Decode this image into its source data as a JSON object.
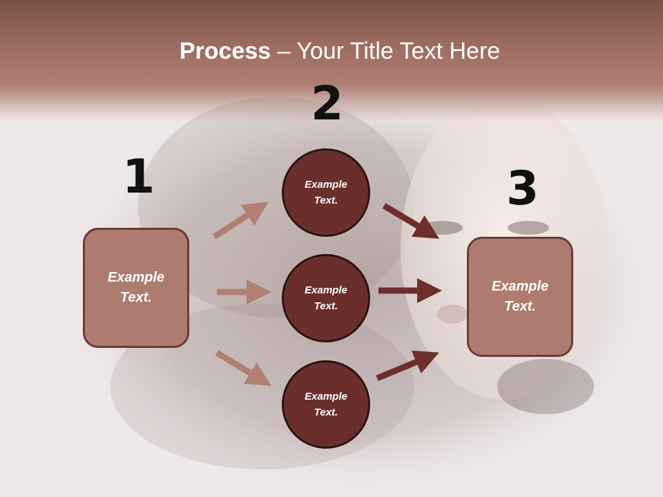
{
  "title": {
    "bold": "Process",
    "rest": " – Your Title Text Here"
  },
  "steps": [
    {
      "number": "1",
      "label": "Example\nText."
    },
    {
      "number": "2",
      "label": "Example\nText."
    },
    {
      "number": "3",
      "label": "Example\nText."
    }
  ],
  "circles": [
    {
      "label": "Example\nText."
    },
    {
      "label": "Example\nText."
    },
    {
      "label": "Example\nText."
    }
  ],
  "colors": {
    "header": "#9c6b60",
    "box_fill": "#ad7b70",
    "circle_fill": "#6a2f2d",
    "arrow_light": "#b27f73",
    "arrow_dark": "#6e2f2c"
  }
}
